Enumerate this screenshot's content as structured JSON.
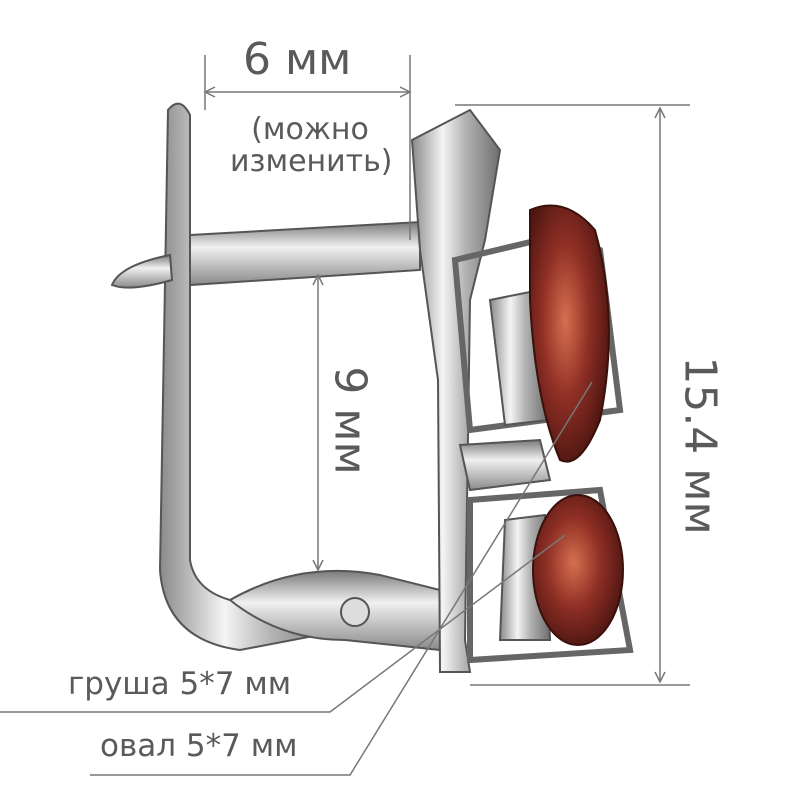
{
  "dimensions": {
    "width_label": "6 мм",
    "width_note_line1": "(можно",
    "width_note_line2": "изменить)",
    "inner_height_label": "9 мм",
    "total_height_label": "15.4 мм"
  },
  "stones": {
    "pear_label": "груша 5*7 мм",
    "oval_label": "овал 5*7 мм"
  },
  "colors": {
    "annotation": "#5a5a5a",
    "stone": "#8a2a22",
    "silver": "#c8c8c8"
  }
}
